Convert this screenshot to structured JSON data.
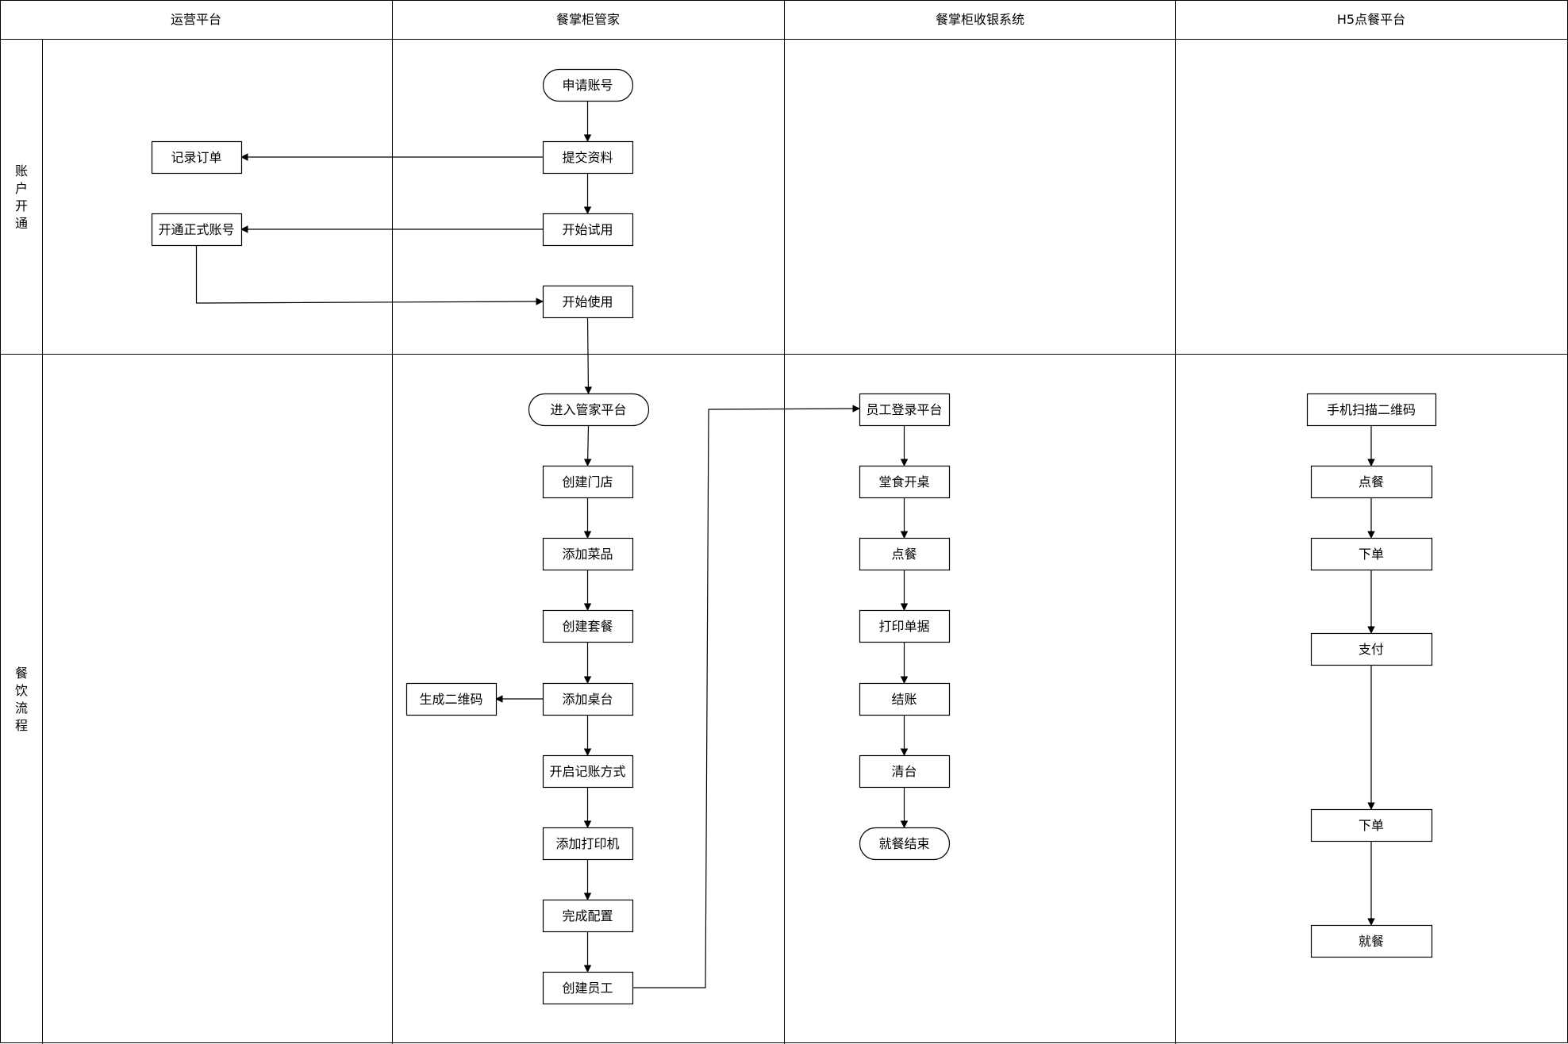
{
  "columns": [
    "运营平台",
    "餐掌柜管家",
    "餐掌柜收银系统",
    "H5点餐平台"
  ],
  "lanes": [
    {
      "id": "account",
      "label": "账户开通"
    },
    {
      "id": "dining",
      "label": "餐饮流程"
    }
  ],
  "nodes": {
    "apply": {
      "label": "申请账号",
      "lane": "account",
      "column": "餐掌柜管家",
      "shape": "terminal"
    },
    "submit": {
      "label": "提交资料",
      "lane": "account",
      "column": "餐掌柜管家",
      "shape": "process"
    },
    "record": {
      "label": "记录订单",
      "lane": "account",
      "column": "运营平台",
      "shape": "process"
    },
    "trial": {
      "label": "开始试用",
      "lane": "account",
      "column": "餐掌柜管家",
      "shape": "process"
    },
    "formal": {
      "label": "开通正式账号",
      "lane": "account",
      "column": "运营平台",
      "shape": "process"
    },
    "startuse": {
      "label": "开始使用",
      "lane": "account",
      "column": "餐掌柜管家",
      "shape": "process"
    },
    "enter": {
      "label": "进入管家平台",
      "lane": "dining",
      "column": "餐掌柜管家",
      "shape": "terminal"
    },
    "store": {
      "label": "创建门店",
      "lane": "dining",
      "column": "餐掌柜管家",
      "shape": "process"
    },
    "dish": {
      "label": "添加菜品",
      "lane": "dining",
      "column": "餐掌柜管家",
      "shape": "process"
    },
    "combo": {
      "label": "创建套餐",
      "lane": "dining",
      "column": "餐掌柜管家",
      "shape": "process"
    },
    "table": {
      "label": "添加桌台",
      "lane": "dining",
      "column": "餐掌柜管家",
      "shape": "process"
    },
    "qrcode": {
      "label": "生成二维码",
      "lane": "dining",
      "column": "餐掌柜管家",
      "shape": "process"
    },
    "billing": {
      "label": "开启记账方式",
      "lane": "dining",
      "column": "餐掌柜管家",
      "shape": "process"
    },
    "printer": {
      "label": "添加打印机",
      "lane": "dining",
      "column": "餐掌柜管家",
      "shape": "process"
    },
    "config": {
      "label": "完成配置",
      "lane": "dining",
      "column": "餐掌柜管家",
      "shape": "process"
    },
    "staff": {
      "label": "创建员工",
      "lane": "dining",
      "column": "餐掌柜管家",
      "shape": "process"
    },
    "login": {
      "label": "员工登录平台",
      "lane": "dining",
      "column": "餐掌柜收银系统",
      "shape": "process"
    },
    "opentable": {
      "label": "堂食开桌",
      "lane": "dining",
      "column": "餐掌柜收银系统",
      "shape": "process"
    },
    "order": {
      "label": "点餐",
      "lane": "dining",
      "column": "餐掌柜收银系统",
      "shape": "process"
    },
    "receipt": {
      "label": "打印单据",
      "lane": "dining",
      "column": "餐掌柜收银系统",
      "shape": "process"
    },
    "checkout": {
      "label": "结账",
      "lane": "dining",
      "column": "餐掌柜收银系统",
      "shape": "process"
    },
    "clear": {
      "label": "清台",
      "lane": "dining",
      "column": "餐掌柜收银系统",
      "shape": "process"
    },
    "end": {
      "label": "就餐结束",
      "lane": "dining",
      "column": "餐掌柜收银系统",
      "shape": "terminal"
    },
    "scan": {
      "label": "手机扫描二维码",
      "lane": "dining",
      "column": "H5点餐平台",
      "shape": "process"
    },
    "h5order": {
      "label": "点餐",
      "lane": "dining",
      "column": "H5点餐平台",
      "shape": "process"
    },
    "h5place": {
      "label": "下单",
      "lane": "dining",
      "column": "H5点餐平台",
      "shape": "process"
    },
    "pay": {
      "label": "支付",
      "lane": "dining",
      "column": "H5点餐平台",
      "shape": "process"
    },
    "h5place2": {
      "label": "下单",
      "lane": "dining",
      "column": "H5点餐平台",
      "shape": "process"
    },
    "dine": {
      "label": "就餐",
      "lane": "dining",
      "column": "H5点餐平台",
      "shape": "process"
    }
  },
  "edges": [
    [
      "apply",
      "submit"
    ],
    [
      "submit",
      "record"
    ],
    [
      "submit",
      "trial"
    ],
    [
      "trial",
      "formal"
    ],
    [
      "formal",
      "startuse"
    ],
    [
      "startuse",
      "enter"
    ],
    [
      "enter",
      "store"
    ],
    [
      "store",
      "dish"
    ],
    [
      "dish",
      "combo"
    ],
    [
      "combo",
      "table"
    ],
    [
      "table",
      "qrcode"
    ],
    [
      "table",
      "billing"
    ],
    [
      "billing",
      "printer"
    ],
    [
      "printer",
      "config"
    ],
    [
      "config",
      "staff"
    ],
    [
      "staff",
      "login"
    ],
    [
      "login",
      "opentable"
    ],
    [
      "opentable",
      "order"
    ],
    [
      "order",
      "receipt"
    ],
    [
      "receipt",
      "checkout"
    ],
    [
      "checkout",
      "clear"
    ],
    [
      "clear",
      "end"
    ],
    [
      "scan",
      "h5order"
    ],
    [
      "h5order",
      "h5place"
    ],
    [
      "h5place",
      "pay"
    ],
    [
      "pay",
      "h5place2"
    ],
    [
      "h5place2",
      "dine"
    ]
  ]
}
